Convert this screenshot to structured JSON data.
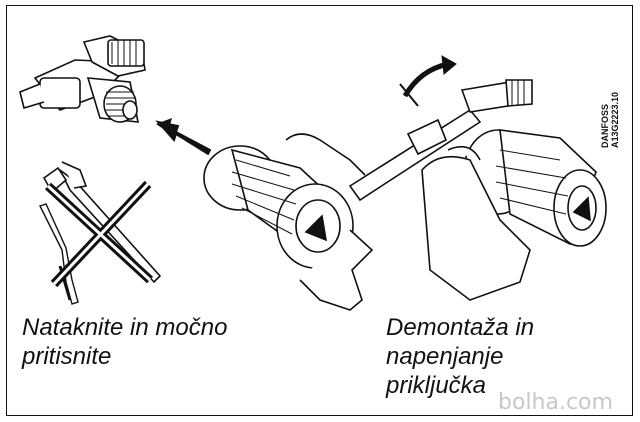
{
  "captions": {
    "left": [
      "Nataknite in močno",
      "pritisnite"
    ],
    "right": [
      "Demontaža in",
      "napenjanje",
      "priključka"
    ]
  },
  "code": [
    "DANFOSS",
    "A13G2223.10"
  ],
  "watermark": "bolha.com",
  "icons": {
    "valve": "radiator-valve-icon",
    "push_arrow": "arrow-left-icon",
    "curved_arrow": "curved-arrow-icon",
    "forbidden_tools": "prohibited-tools-icon",
    "thermostat_left": "thermostat-head-icon",
    "thermostat_right": "thermostat-head-icon",
    "hand": "hand-icon"
  }
}
